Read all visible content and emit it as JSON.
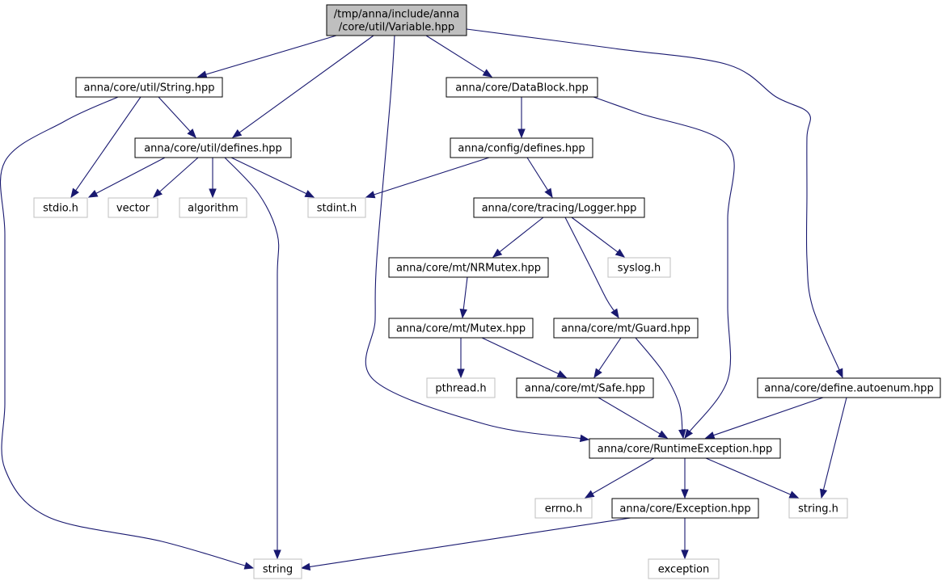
{
  "diagram": {
    "type": "include-dependency-graph",
    "colors": {
      "edge": "#191970",
      "local_border": "#000000",
      "external_border": "#bfbfbf",
      "root_fill": "#bfbfbf"
    },
    "nodes": [
      {
        "id": "variable",
        "lines": [
          "/tmp/anna/include/anna",
          "/core/util/Variable.hpp"
        ],
        "kind": "root"
      },
      {
        "id": "util_string",
        "lines": [
          "anna/core/util/String.hpp"
        ],
        "kind": "local"
      },
      {
        "id": "datablock",
        "lines": [
          "anna/core/DataBlock.hpp"
        ],
        "kind": "local"
      },
      {
        "id": "util_defines",
        "lines": [
          "anna/core/util/defines.hpp"
        ],
        "kind": "local"
      },
      {
        "id": "config_defines",
        "lines": [
          "anna/config/defines.hpp"
        ],
        "kind": "local"
      },
      {
        "id": "stdio",
        "lines": [
          "stdio.h"
        ],
        "kind": "external"
      },
      {
        "id": "vector",
        "lines": [
          "vector"
        ],
        "kind": "external"
      },
      {
        "id": "algorithm",
        "lines": [
          "algorithm"
        ],
        "kind": "external"
      },
      {
        "id": "stdint",
        "lines": [
          "stdint.h"
        ],
        "kind": "external"
      },
      {
        "id": "logger",
        "lines": [
          "anna/core/tracing/Logger.hpp"
        ],
        "kind": "local"
      },
      {
        "id": "nrmutex",
        "lines": [
          "anna/core/mt/NRMutex.hpp"
        ],
        "kind": "local"
      },
      {
        "id": "syslog",
        "lines": [
          "syslog.h"
        ],
        "kind": "external"
      },
      {
        "id": "mutex",
        "lines": [
          "anna/core/mt/Mutex.hpp"
        ],
        "kind": "local"
      },
      {
        "id": "guard",
        "lines": [
          "anna/core/mt/Guard.hpp"
        ],
        "kind": "local"
      },
      {
        "id": "pthread",
        "lines": [
          "pthread.h"
        ],
        "kind": "external"
      },
      {
        "id": "safe",
        "lines": [
          "anna/core/mt/Safe.hpp"
        ],
        "kind": "local"
      },
      {
        "id": "autoenum",
        "lines": [
          "anna/core/define.autoenum.hpp"
        ],
        "kind": "local"
      },
      {
        "id": "runtime",
        "lines": [
          "anna/core/RuntimeException.hpp"
        ],
        "kind": "local"
      },
      {
        "id": "errno",
        "lines": [
          "errno.h"
        ],
        "kind": "external"
      },
      {
        "id": "exception_hpp",
        "lines": [
          "anna/core/Exception.hpp"
        ],
        "kind": "local"
      },
      {
        "id": "string_h",
        "lines": [
          "string.h"
        ],
        "kind": "external"
      },
      {
        "id": "string",
        "lines": [
          "string"
        ],
        "kind": "external"
      },
      {
        "id": "exception",
        "lines": [
          "exception"
        ],
        "kind": "external"
      }
    ],
    "edges": [
      {
        "from": "variable",
        "to": "util_string"
      },
      {
        "from": "variable",
        "to": "util_defines"
      },
      {
        "from": "variable",
        "to": "runtime"
      },
      {
        "from": "variable",
        "to": "datablock"
      },
      {
        "from": "variable",
        "to": "autoenum"
      },
      {
        "from": "util_string",
        "to": "util_defines"
      },
      {
        "from": "util_string",
        "to": "stdio"
      },
      {
        "from": "util_string",
        "to": "string"
      },
      {
        "from": "util_defines",
        "to": "stdio"
      },
      {
        "from": "util_defines",
        "to": "vector"
      },
      {
        "from": "util_defines",
        "to": "algorithm"
      },
      {
        "from": "util_defines",
        "to": "stdint"
      },
      {
        "from": "util_defines",
        "to": "string"
      },
      {
        "from": "datablock",
        "to": "config_defines"
      },
      {
        "from": "datablock",
        "to": "runtime"
      },
      {
        "from": "config_defines",
        "to": "stdint"
      },
      {
        "from": "config_defines",
        "to": "logger"
      },
      {
        "from": "logger",
        "to": "nrmutex"
      },
      {
        "from": "logger",
        "to": "syslog"
      },
      {
        "from": "logger",
        "to": "guard"
      },
      {
        "from": "nrmutex",
        "to": "mutex"
      },
      {
        "from": "mutex",
        "to": "pthread"
      },
      {
        "from": "mutex",
        "to": "safe"
      },
      {
        "from": "guard",
        "to": "safe"
      },
      {
        "from": "guard",
        "to": "runtime"
      },
      {
        "from": "safe",
        "to": "runtime"
      },
      {
        "from": "autoenum",
        "to": "runtime"
      },
      {
        "from": "autoenum",
        "to": "string_h"
      },
      {
        "from": "runtime",
        "to": "errno"
      },
      {
        "from": "runtime",
        "to": "exception_hpp"
      },
      {
        "from": "runtime",
        "to": "string_h"
      },
      {
        "from": "exception_hpp",
        "to": "string"
      },
      {
        "from": "exception_hpp",
        "to": "exception"
      }
    ]
  }
}
